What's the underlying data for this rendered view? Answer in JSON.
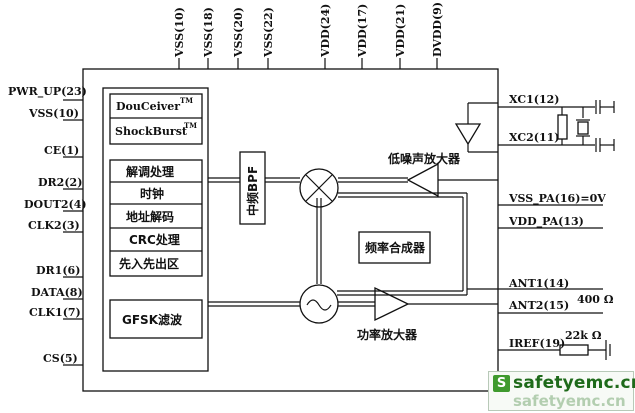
{
  "top_pins": [
    "VSS(10)",
    "VSS(18)",
    "VSS(20)",
    "VSS(22)",
    "VDD(24)",
    "VDD(17)",
    "VDD(21)",
    "DVDD(9)"
  ],
  "left_pins": [
    "PWR_UP(23)",
    "VSS(10)",
    "CE(1)",
    "DR2(2)",
    "DOUT2(4)",
    "CLK2(3)",
    "DR1(6)",
    "DATA(8)",
    "CLK1(7)",
    "CS(5)"
  ],
  "right_pins": [
    "XC1(12)",
    "XC2(11)",
    "VSS_PA(16)=0V",
    "VDD_PA(13)",
    "ANT1(14)",
    "ANT2(15)",
    "IREF(19)"
  ],
  "digital": {
    "douceiver": "DouCeiver",
    "douceiver_tm": "TM",
    "shockburst": "ShockBurst",
    "shockburst_tm": "TM",
    "blocks": [
      "解调处理",
      "时钟",
      "地址解码",
      "CRC处理",
      "先入先出区"
    ],
    "gfsk": "GFSK滤波"
  },
  "rf": {
    "if_filter": "中频BPF",
    "lna": "低噪声放大器",
    "synth": "频率合成器",
    "pa": "功率放大器"
  },
  "labels": {
    "ant_load": "400 Ω",
    "iref_res": "22k Ω"
  },
  "watermark": {
    "badge": "S",
    "text": "safetyemc.cn",
    "shadow": "safetyemc.cn"
  }
}
